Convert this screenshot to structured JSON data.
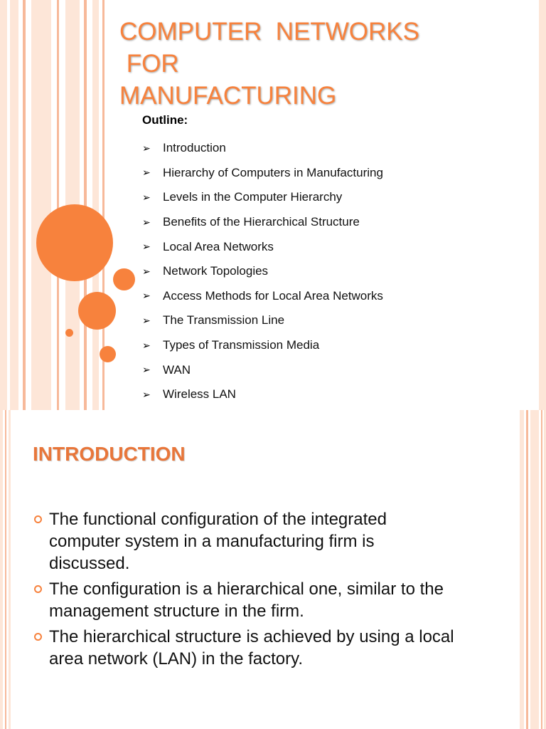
{
  "slide1": {
    "title_lines": [
      "COMPUTER  NETWORKS",
      " FOR",
      "MANUFACTURING"
    ],
    "outline_label": "Outline:",
    "outline_items": [
      "Introduction",
      "Hierarchy of Computers in Manufacturing",
      "Levels in the Computer Hierarchy",
      "Benefits of the Hierarchical Structure",
      "Local Area Networks",
      "Network Topologies",
      "Access Methods for Local Area Networks",
      "The Transmission Line",
      "Types of Transmission Media",
      "WAN",
      "Wireless LAN"
    ],
    "bullet_glyph": "➢"
  },
  "slide2": {
    "heading": "INTRODUCTION",
    "bullets": [
      "The functional configuration of the integrated computer system in a manufacturing firm is discussed.",
      "The configuration is a hierarchical one, similar to the management structure in the firm.",
      "The hierarchical structure is achieved by using a local area network (LAN) in the factory."
    ]
  },
  "colors": {
    "accent": "#f7823d",
    "stripe_light": "#fde6d8",
    "stripe_mid": "#f7b99a"
  }
}
